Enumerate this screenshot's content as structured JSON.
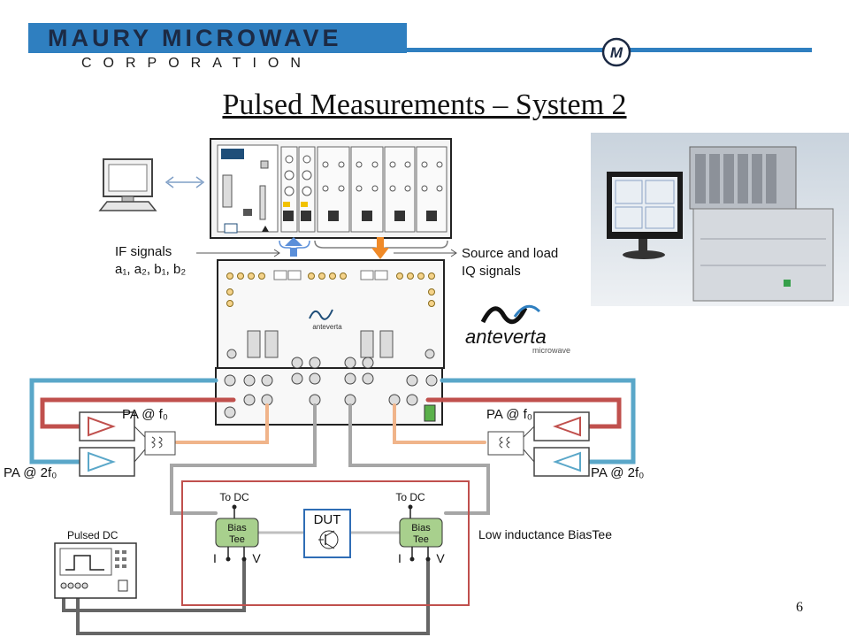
{
  "header": {
    "company_name": "MAURY MICROWAVE",
    "company_sub": "CORPORATION",
    "logo_mark": "M"
  },
  "title": "Pulsed Measurements – System 2",
  "labels": {
    "if_signals": "IF signals",
    "if_waves": "a₁, a₂, b₁, b₂",
    "source_load_1": "Source and load",
    "source_load_2": "IQ signals",
    "pa_f0_left": "PA @ f₀",
    "pa_2f0_left": "PA @ 2f₀",
    "pa_f0_right": "PA @ f₀",
    "pa_2f0_right": "PA @ 2f₀",
    "to_dc_left": "To DC",
    "to_dc_right": "To DC",
    "bias_tee_left": "Bias\nTee",
    "bias_tee_right": "Bias\nTee",
    "dut": "DUT",
    "low_inductance": "Low inductance BiasTee",
    "pulsed_dc": "Pulsed DC",
    "i_left": "I",
    "v_left": "V",
    "i_right": "I",
    "v_right": "V",
    "anteverta_brand": "anteverta",
    "anteverta_sub": "microwave",
    "anteverta_small": "anteverta"
  },
  "colors": {
    "brand_blue": "#2f7fc0",
    "cable_red": "#c0504d",
    "cable_blue": "#5aa7c9",
    "cable_peach": "#f0b48a",
    "cable_gray": "#a6a6a6",
    "arrow_blue": "#5b8fd9",
    "arrow_orange": "#f08a28",
    "bias_tee_fill": "#a8d08d"
  },
  "page_number": "6"
}
